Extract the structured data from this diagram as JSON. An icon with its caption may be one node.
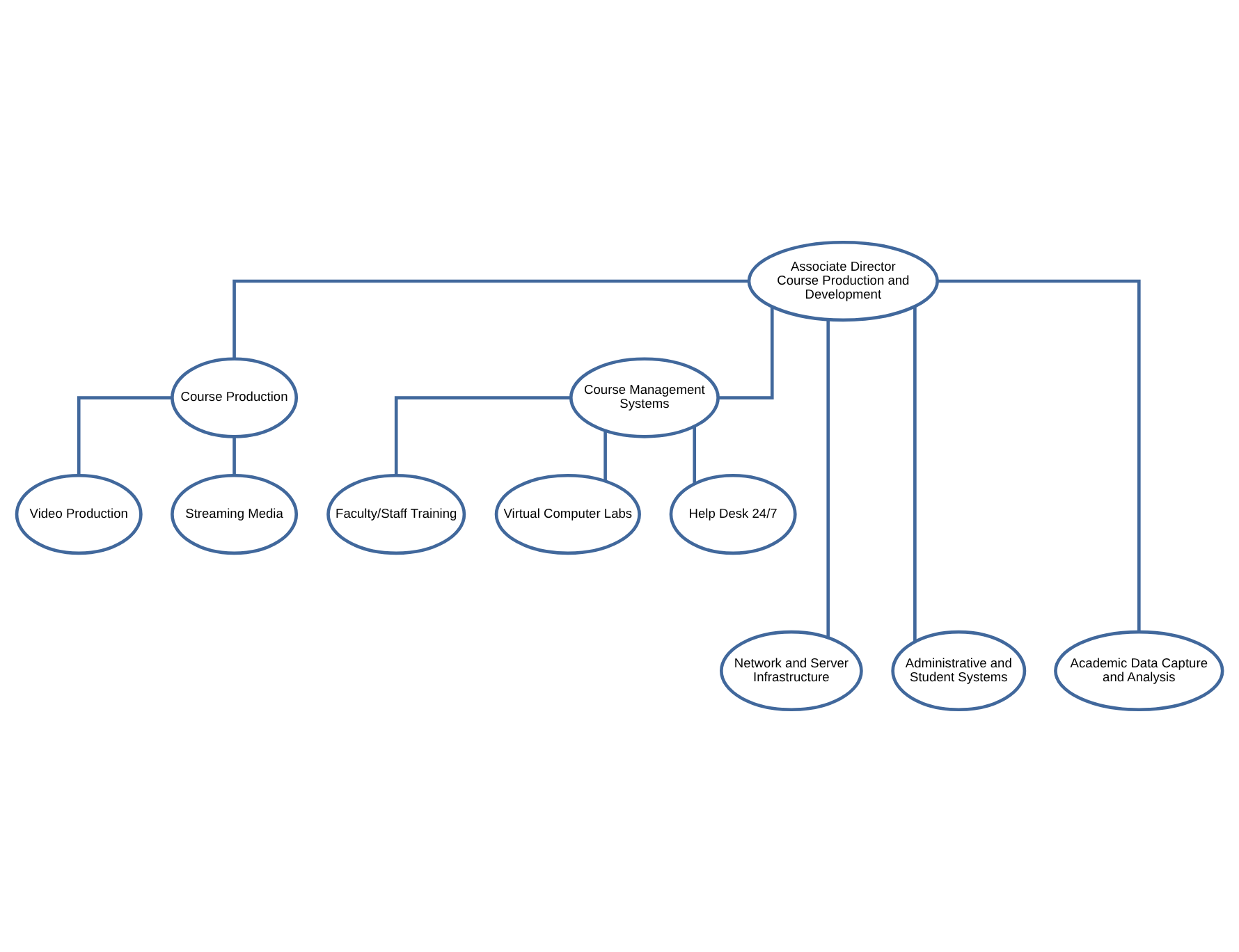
{
  "diagram": {
    "nodes": [
      {
        "text": [
          "Associate Director Course Production and Development"
        ]
      },
      {
        "text": [
          "Course Production"
        ]
      },
      {
        "text": [
          "Course Management Systems"
        ]
      },
      {
        "text": [
          "Video Production"
        ]
      },
      {
        "text": [
          "Streaming Media"
        ]
      },
      {
        "text": [
          "Faculty/Staff Training"
        ]
      },
      {
        "text": [
          "Virtual Computer Labs"
        ]
      },
      {
        "text": [
          "Help Desk 24/7"
        ]
      },
      {
        "text": [
          "Network and Server Infrastructure"
        ]
      },
      {
        "text": [
          "Administrative and Student Systems"
        ]
      },
      {
        "text": [
          "Academic Data Capture and Analysis"
        ]
      }
    ],
    "edges": [
      {
        "from": 0,
        "to": 1,
        "arrow": "none"
      },
      {
        "from": 0,
        "to": 2,
        "arrow": "none"
      },
      {
        "from": 1,
        "to": 3,
        "arrow": "none"
      },
      {
        "from": 1,
        "to": 4,
        "arrow": "none"
      },
      {
        "from": 2,
        "to": 5,
        "arrow": "none"
      },
      {
        "from": 2,
        "to": 6,
        "arrow": "none"
      },
      {
        "from": 2,
        "to": 7,
        "arrow": "none"
      },
      {
        "from": 0,
        "to": 8,
        "arrow": "none"
      },
      {
        "from": 0,
        "to": 9,
        "arrow": "none"
      },
      {
        "from": 0,
        "to": 10,
        "arrow": "none"
      }
    ]
  }
}
